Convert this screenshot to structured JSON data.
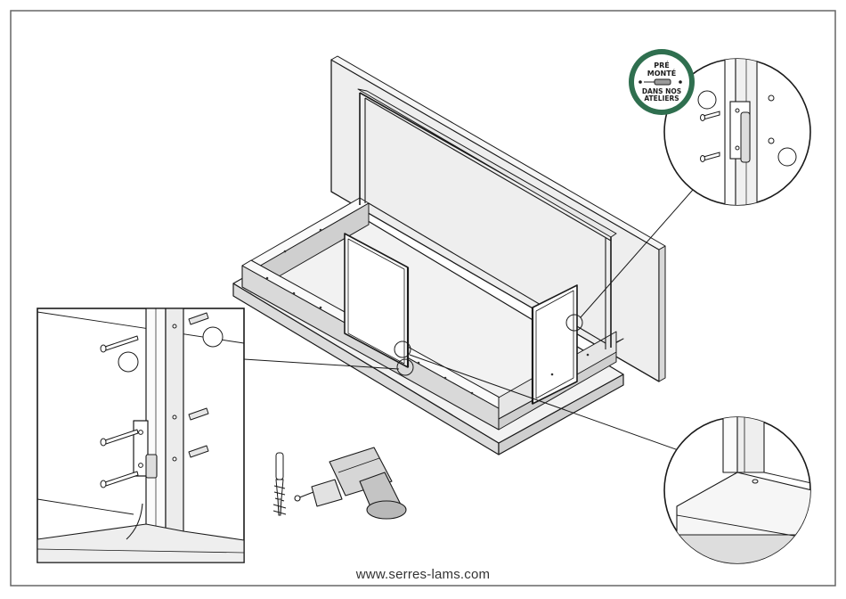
{
  "footer": {
    "url": "www.serres-lams.com"
  },
  "badge": {
    "line1": "PRÉ",
    "line2": "MONTÉ",
    "line3": "DANS NOS",
    "line4": "ATELIERS",
    "ring_color": "#2f6f4f"
  },
  "palette": {
    "wall": "#eeeeee",
    "wall_shadow": "#d4d4d4",
    "frame": "#2b2b2b",
    "outline": "#1a1a1a"
  },
  "icons": [
    "drill-icon",
    "wall-plug-icon",
    "screw-icon",
    "hinge-icon"
  ]
}
